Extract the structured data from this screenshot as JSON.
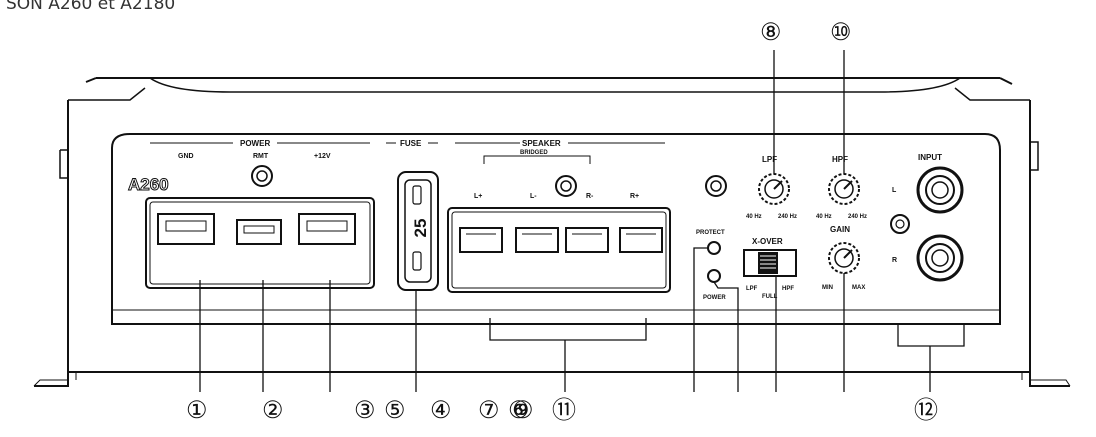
{
  "caption": "SON A260 et A2180",
  "model_label": "A260",
  "panel": {
    "power": {
      "title": "POWER",
      "gnd": "GND",
      "rmt": "RMT",
      "plus12": "+12V"
    },
    "fuse": {
      "title": "FUSE",
      "value": "25"
    },
    "speaker": {
      "title": "SPEAKER",
      "bridged": "BRIDGED",
      "terminals": [
        "L+",
        "L-",
        "R-",
        "R+"
      ]
    },
    "leds": {
      "protect": "PROTECT",
      "power": "POWER"
    },
    "lpf": {
      "title": "LPF",
      "min": "40 Hz",
      "max": "240 Hz"
    },
    "hpf": {
      "title": "HPF",
      "min": "40 Hz",
      "max": "240 Hz"
    },
    "gain": {
      "title": "GAIN",
      "min": "MIN",
      "max": "MAX"
    },
    "xover": {
      "title": "X-OVER",
      "lpf": "LPF",
      "full": "FULL",
      "hpf": "HPF"
    },
    "input": {
      "title": "INPUT",
      "left": "L",
      "right": "R"
    }
  },
  "callouts": {
    "n1": "①",
    "n2": "②",
    "n3": "③",
    "n4": "④",
    "n5": "⑤",
    "n6": "⑥",
    "n7": "⑦",
    "n8": "⑧",
    "n9": "⑨",
    "n10": "⑩",
    "n11": "⑪",
    "n12": "⑫"
  }
}
